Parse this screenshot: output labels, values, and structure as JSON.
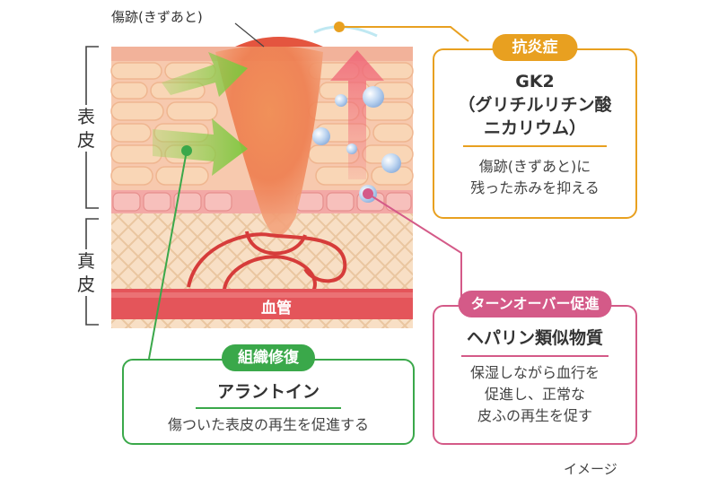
{
  "labels": {
    "scar": "傷跡(きずあと)",
    "epidermis": [
      "表",
      "皮"
    ],
    "dermis": [
      "真",
      "皮"
    ],
    "blood_vessel": "血管",
    "image_note": "イメージ"
  },
  "cards": {
    "anti_inflammatory": {
      "badge": "抗炎症",
      "name_line1": "GK2",
      "name_line2": "（グリチルリチン酸",
      "name_line3": "ニカリウム）",
      "desc_line1": "傷跡(きずあと)に",
      "desc_line2": "残った赤みを抑える",
      "color": "#e8a020"
    },
    "turnover": {
      "badge": "ターンオーバー促進",
      "name": "ヘパリン類似物質",
      "desc_line1": "保湿しながら血行を",
      "desc_line2": "促進し、正常な",
      "desc_line3": "皮ふの再生を促す",
      "color": "#d45a88"
    },
    "tissue_repair": {
      "badge": "組織修復",
      "name": "アラントイン",
      "desc": "傷ついた表皮の再生を促進する",
      "color": "#3aa84a"
    }
  }
}
